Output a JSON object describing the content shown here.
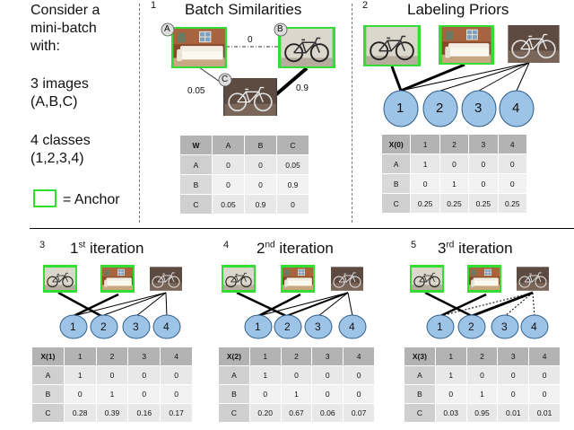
{
  "intro": {
    "line1": "Consider a",
    "line2": "mini-batch",
    "line3": "with:",
    "line4": "3 images",
    "line5": "(A,B,C)",
    "line6": "4 classes",
    "line7": "(1,2,3,4)",
    "anchor_label": "= Anchor"
  },
  "panels": {
    "p1": {
      "num": "1",
      "title": "Batch Similarities"
    },
    "p2": {
      "num": "2",
      "title": "Labeling Priors"
    },
    "p3": {
      "num": "3",
      "title_pre": "1",
      "title_sup": "st",
      "title_post": " iteration"
    },
    "p4": {
      "num": "4",
      "title_pre": "2",
      "title_sup": "nd",
      "title_post": " iteration"
    },
    "p5": {
      "num": "5",
      "title_pre": "3",
      "title_sup": "rd",
      "title_post": " iteration"
    }
  },
  "similarity_graph": {
    "nodes": [
      "A",
      "B",
      "C"
    ],
    "w_ab": "0",
    "w_ac": "0.05",
    "w_bc": "0.9"
  },
  "classes": [
    "1",
    "2",
    "3",
    "4"
  ],
  "colors": {
    "anchor_border": "#33dd33",
    "class_node_fill": "#9dc3e6",
    "class_node_stroke": "#2e5e8a",
    "table_header": "#b3b3b3",
    "table_cell": "#e8e8e8"
  },
  "tables": {
    "w": {
      "header": [
        "W",
        "A",
        "B",
        "C"
      ],
      "rows": [
        [
          "A",
          "0",
          "0",
          "0.05"
        ],
        [
          "B",
          "0",
          "0",
          "0.9"
        ],
        [
          "C",
          "0.05",
          "0.9",
          "0"
        ]
      ]
    },
    "x0": {
      "header": [
        "X(0)",
        "1",
        "2",
        "3",
        "4"
      ],
      "rows": [
        [
          "A",
          "1",
          "0",
          "0",
          "0"
        ],
        [
          "B",
          "0",
          "1",
          "0",
          "0"
        ],
        [
          "C",
          "0.25",
          "0.25",
          "0.25",
          "0.25"
        ]
      ]
    },
    "x1": {
      "header": [
        "X(1)",
        "1",
        "2",
        "3",
        "4"
      ],
      "rows": [
        [
          "A",
          "1",
          "0",
          "0",
          "0"
        ],
        [
          "B",
          "0",
          "1",
          "0",
          "0"
        ],
        [
          "C",
          "0.28",
          "0.39",
          "0.16",
          "0.17"
        ]
      ]
    },
    "x2": {
      "header": [
        "X(2)",
        "1",
        "2",
        "3",
        "4"
      ],
      "rows": [
        [
          "A",
          "1",
          "0",
          "0",
          "0"
        ],
        [
          "B",
          "0",
          "1",
          "0",
          "0"
        ],
        [
          "C",
          "0.20",
          "0.67",
          "0.06",
          "0.07"
        ]
      ]
    },
    "x3": {
      "header": [
        "X(3)",
        "1",
        "2",
        "3",
        "4"
      ],
      "rows": [
        [
          "A",
          "1",
          "0",
          "0",
          "0"
        ],
        [
          "B",
          "0",
          "1",
          "0",
          "0"
        ],
        [
          "C",
          "0.03",
          "0.95",
          "0.01",
          "0.01"
        ]
      ]
    }
  }
}
